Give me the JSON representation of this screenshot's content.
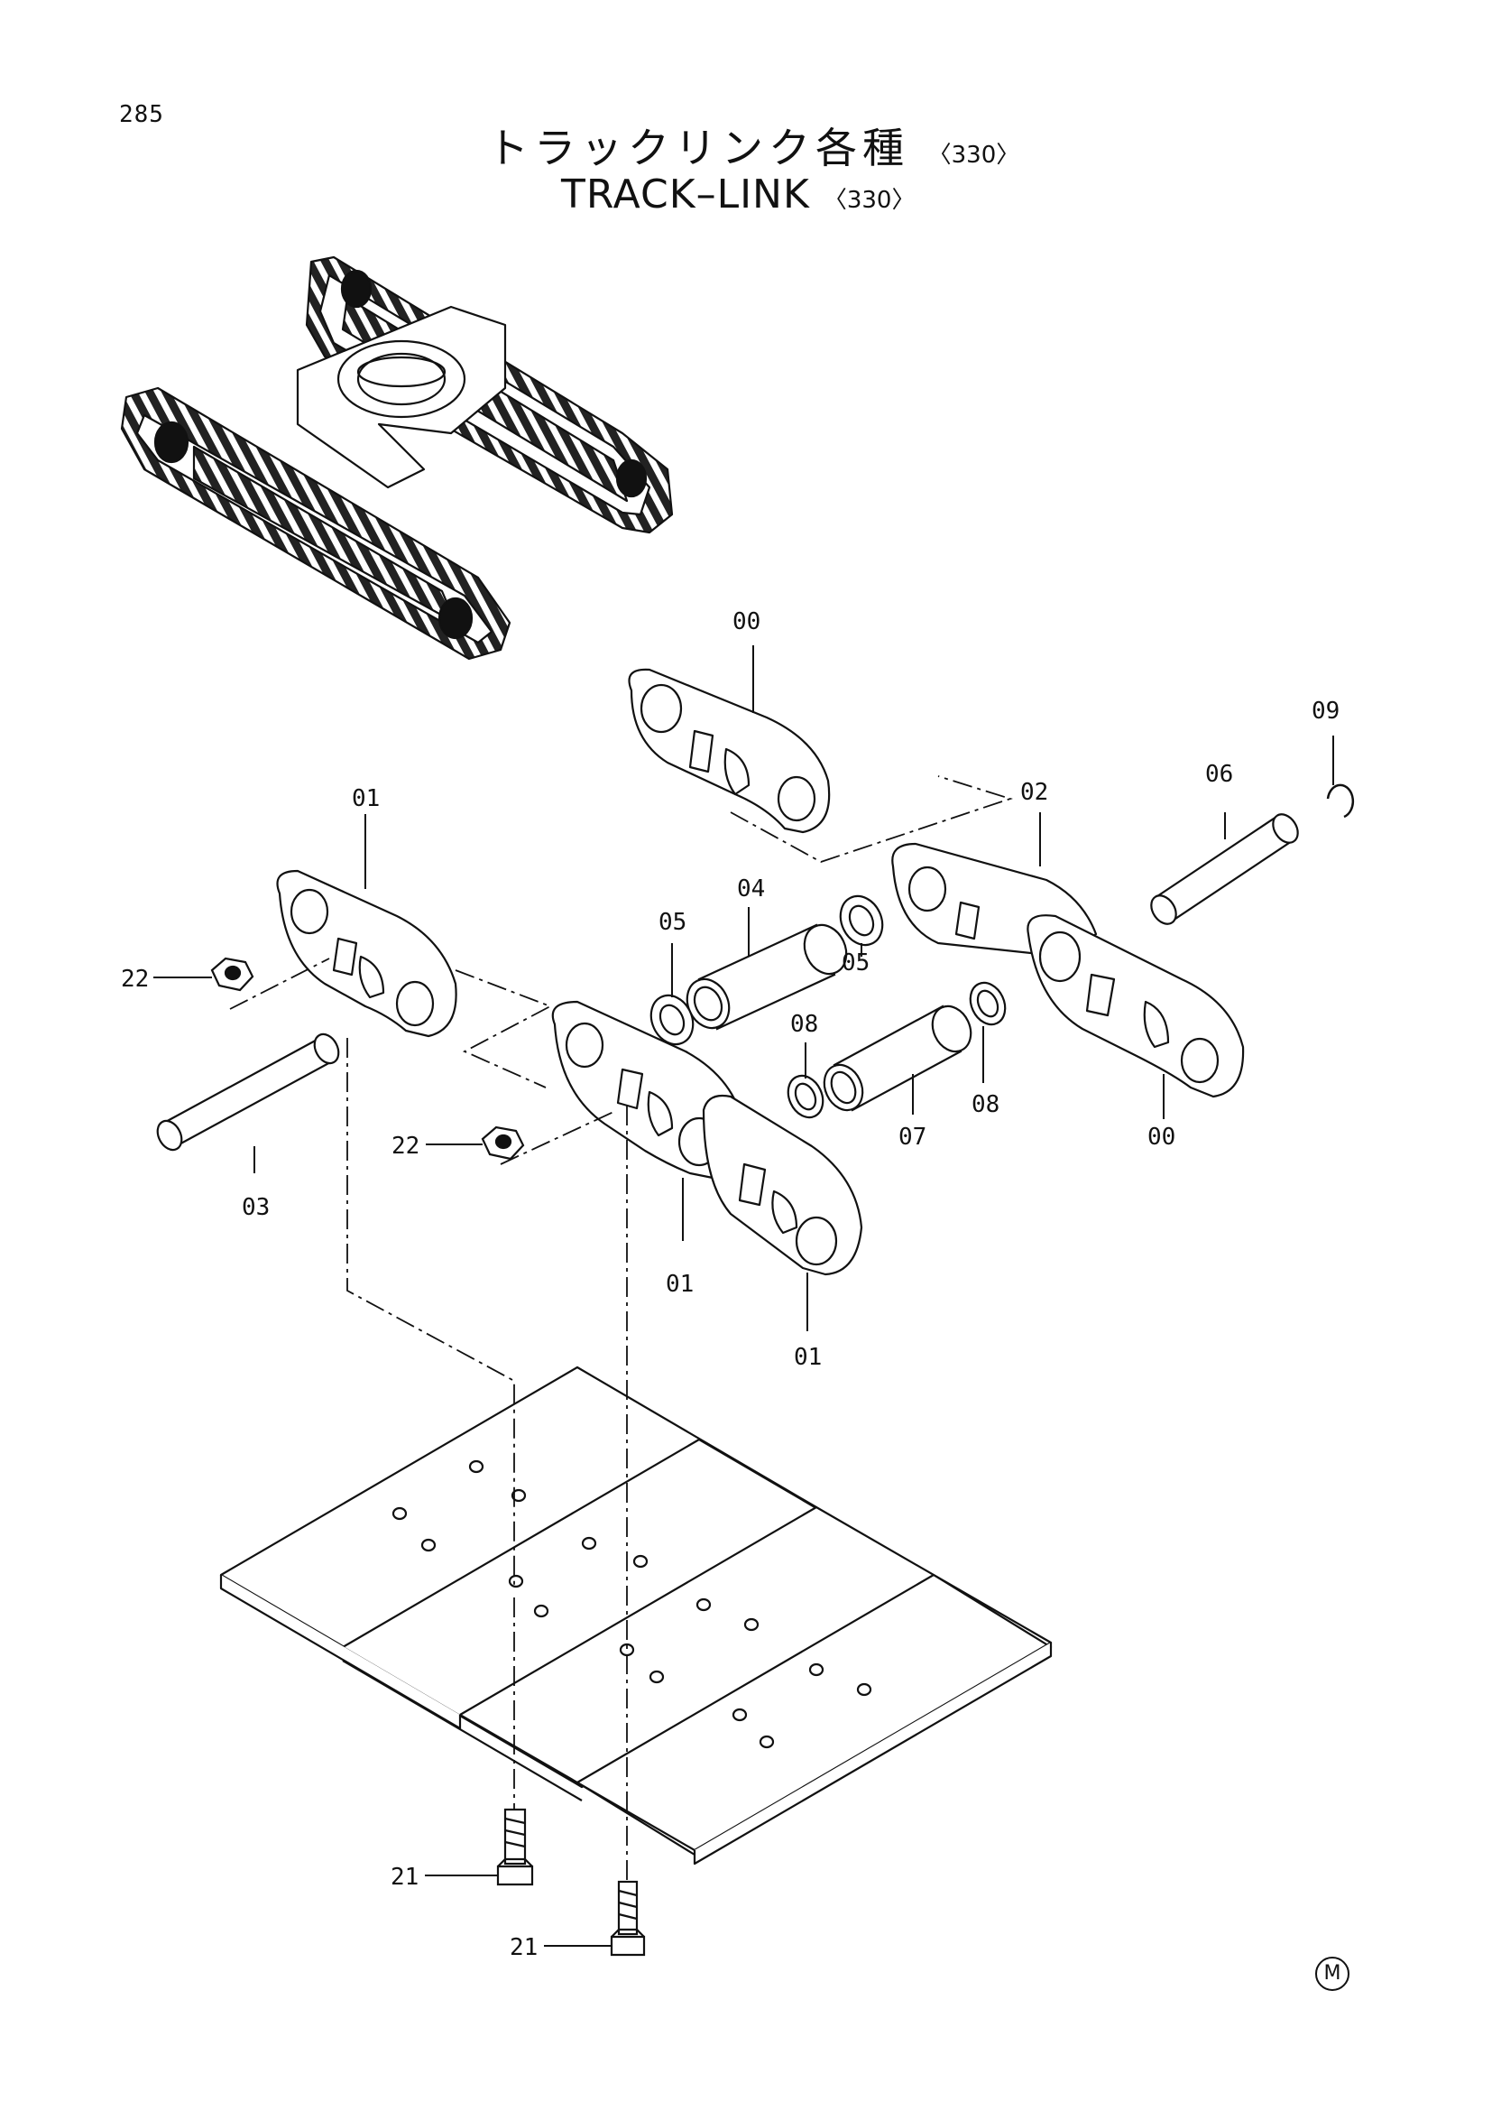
{
  "page_number": "285",
  "title": {
    "jp": "トラックリンク各種",
    "jp_code": "〈330〉",
    "en": "TRACK–LINK",
    "en_code": "〈330〉"
  },
  "callouts": {
    "link_00_top": "00",
    "pin_09": "09",
    "pin_06": "06",
    "link_02": "02",
    "link_01_left": "01",
    "bushing_04": "04",
    "seal_05_left": "05",
    "seal_05_right": "05",
    "nut_22_upper": "22",
    "nut_22_lower": "22",
    "seal_08_left": "08",
    "seal_08_right": "08",
    "bushing_07": "07",
    "link_00_right": "00",
    "pin_03": "03",
    "link_01_mid": "01",
    "link_01_front": "01",
    "bolt_21_left": "21",
    "bolt_21_right": "21"
  },
  "corner_mark": "M"
}
